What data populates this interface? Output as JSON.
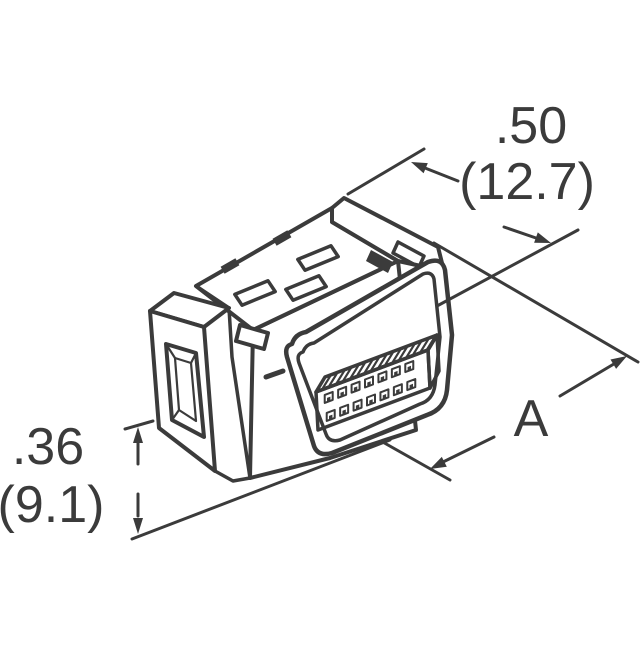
{
  "canvas": {
    "background": "#ffffff",
    "ink_color": "#3b3b3b"
  },
  "figure": {
    "type": "technical-drawing",
    "view": "isometric-connector-with-dimension-callouts",
    "annotations": {
      "depth_dim": {
        "inches": ".50",
        "millimeters": "(12.7)"
      },
      "height_dim": {
        "inches": ".36",
        "millimeters": "(9.1)"
      },
      "length_dim": {
        "label": "A"
      }
    },
    "features": {
      "comb_slot_count": 8,
      "pin_column_count": 7,
      "pin_row_count": 2,
      "top_slot_count": 3
    }
  }
}
